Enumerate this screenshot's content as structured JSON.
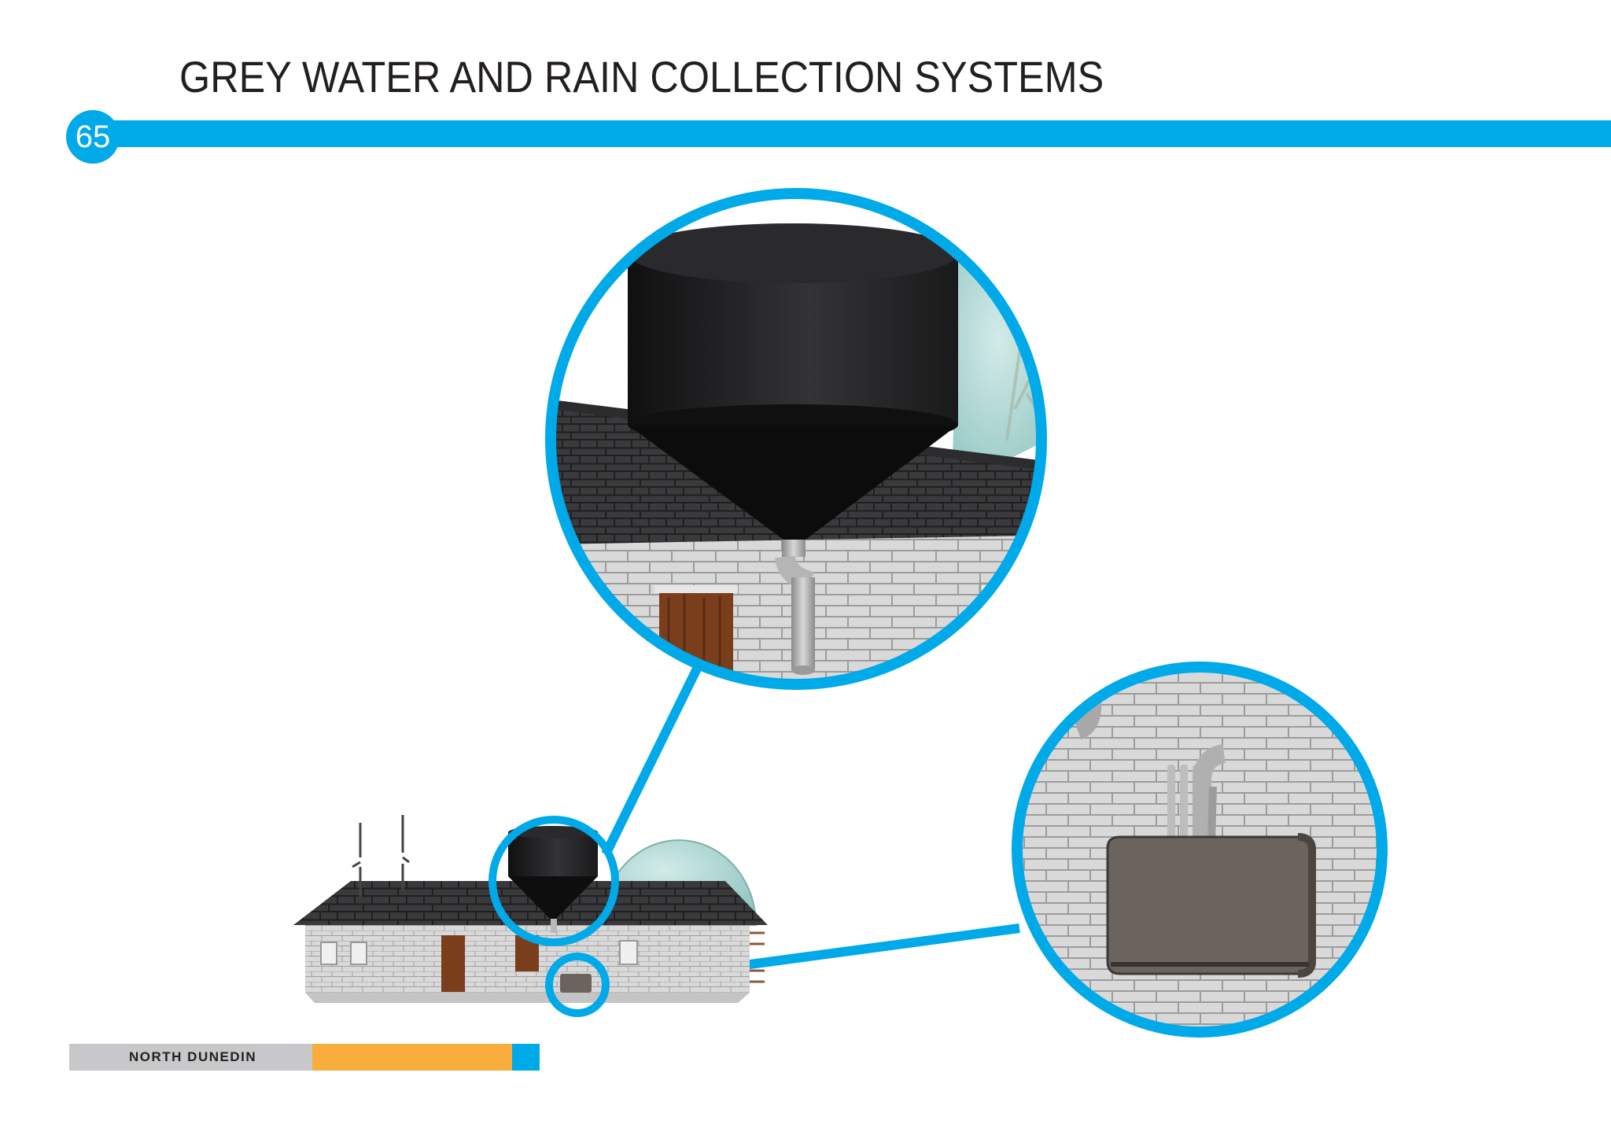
{
  "header": {
    "title": "GREY WATER AND RAIN COLLECTION SYSTEMS",
    "page_number": "65"
  },
  "footer": {
    "label": "NORTH DUNEDIN"
  },
  "colors": {
    "accent_blue": "#00a9e8",
    "footer_grey": "#c8c8ca",
    "footer_orange": "#f8ad3c",
    "tank_black": "#1a1a1c",
    "roof_dark": "#2e2e30",
    "brick_wall": "#d6d6d6",
    "door_wood": "#7a3e1c",
    "greywater_box": "#6b635e",
    "dome_glass": "#a9d3d0"
  },
  "icons": [
    "wind-turbine-icon",
    "water-tank-icon",
    "greenhouse-dome-icon",
    "downpipe-icon",
    "greywater-box-icon"
  ]
}
